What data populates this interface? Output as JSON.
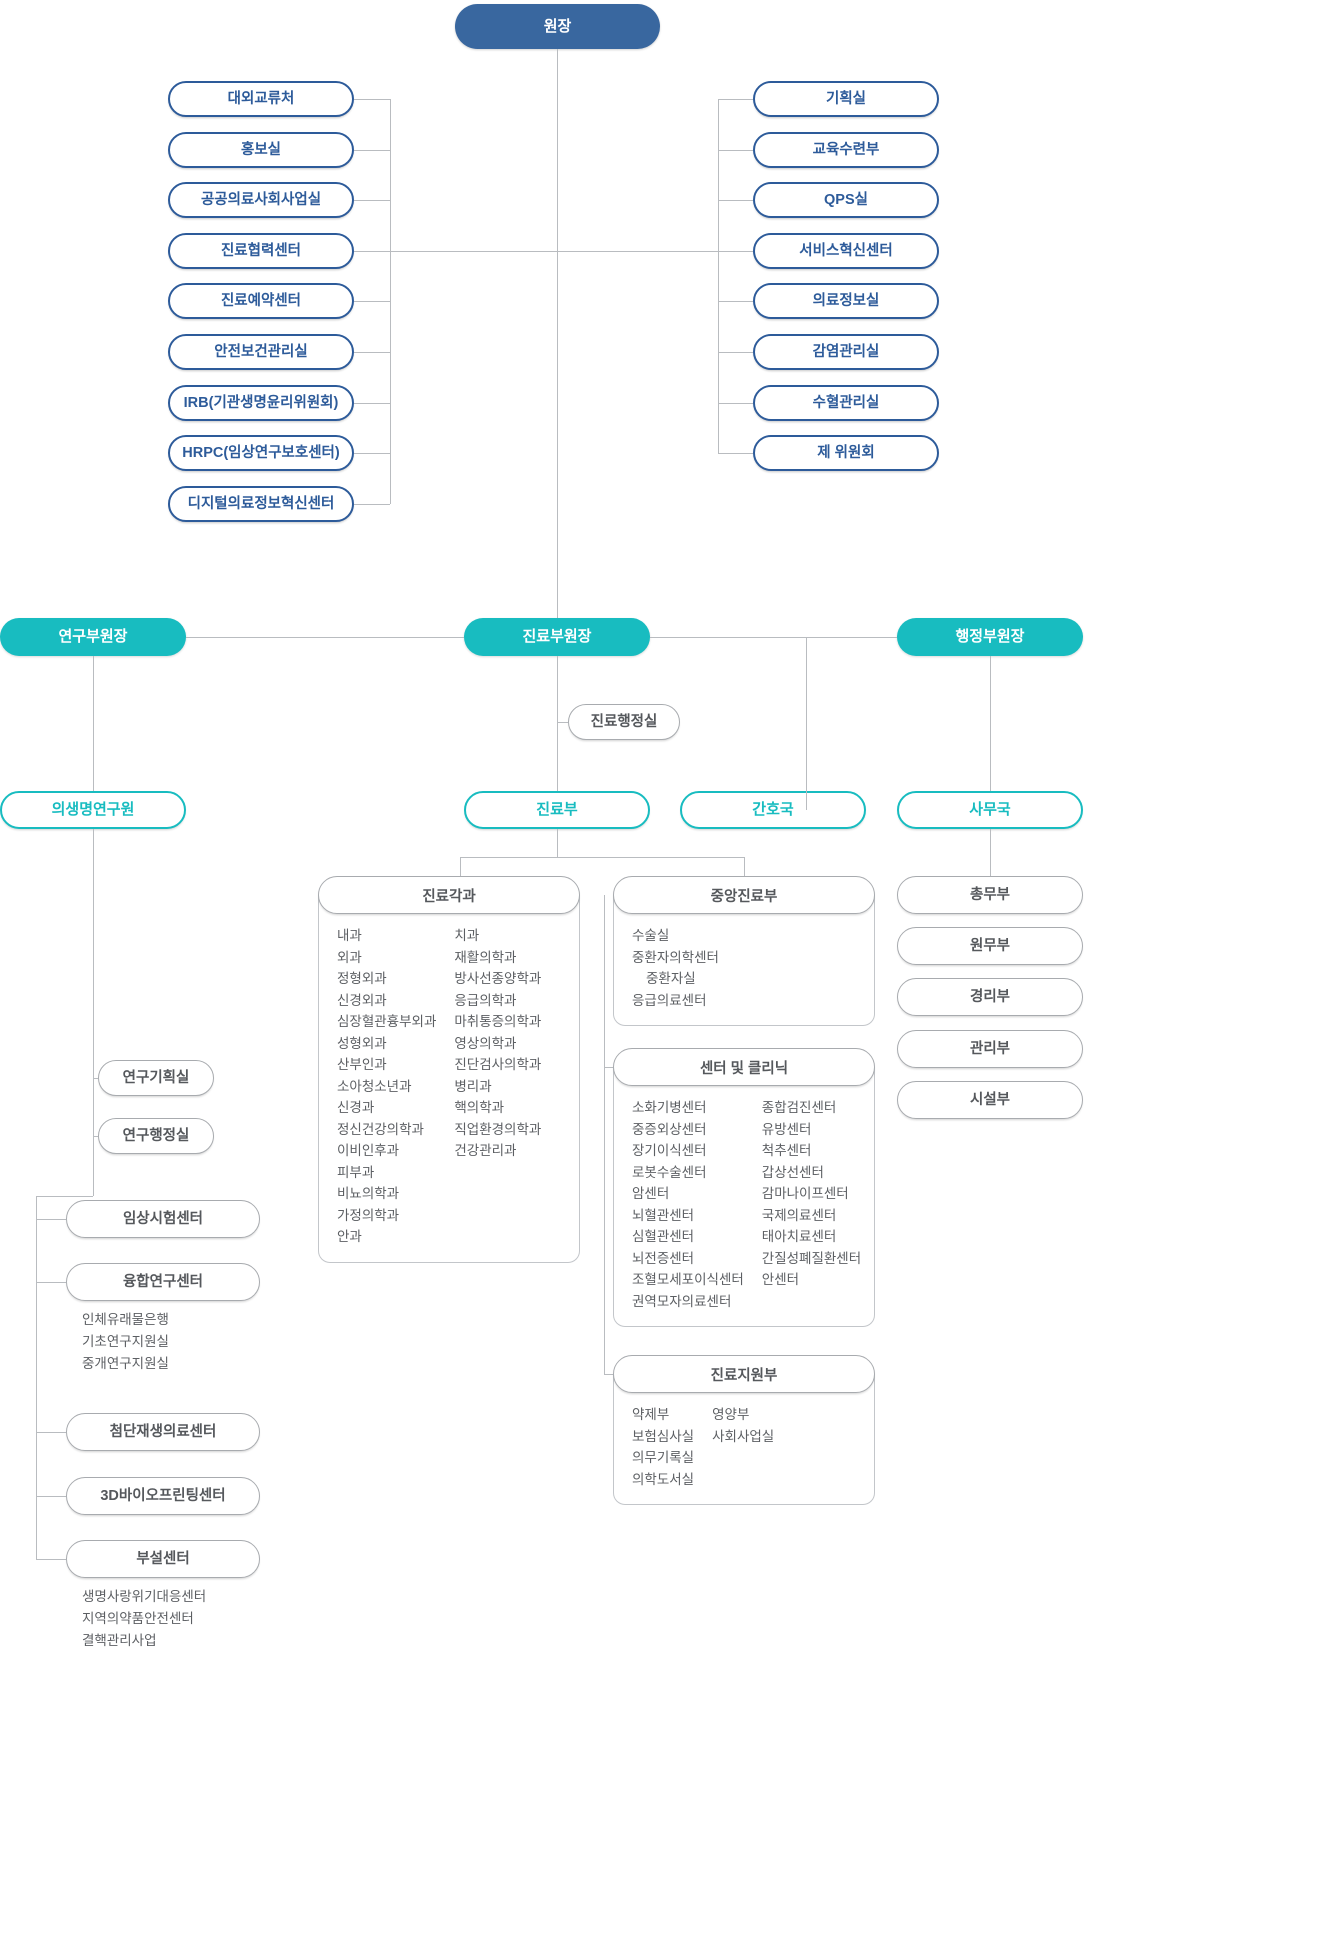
{
  "title": "병원 조직도",
  "colors": {
    "root": "#39679f",
    "navy": "#2d5b9a",
    "teal": "#18bcc0",
    "gray_border": "#a8abaf",
    "gray_text": "#55585c",
    "line": "#b9bcc0"
  },
  "root": {
    "label": "원장"
  },
  "left_column": [
    {
      "label": "대외교류처"
    },
    {
      "label": "홍보실"
    },
    {
      "label": "공공의료사회사업실"
    },
    {
      "label": "진료협력센터"
    },
    {
      "label": "진료예약센터"
    },
    {
      "label": "안전보건관리실"
    },
    {
      "label": "IRB(기관생명윤리위원회)"
    },
    {
      "label": "HRPC(임상연구보호센터)"
    },
    {
      "label": "디지털의료정보혁신센터"
    }
  ],
  "right_column": [
    {
      "label": "기획실"
    },
    {
      "label": "교육수련부"
    },
    {
      "label": "QPS실"
    },
    {
      "label": "서비스혁신센터"
    },
    {
      "label": "의료정보실"
    },
    {
      "label": "감염관리실"
    },
    {
      "label": "수혈관리실"
    },
    {
      "label": "제 위원회"
    }
  ],
  "vice_directors": [
    {
      "label": "연구부원장"
    },
    {
      "label": "진료부원장"
    },
    {
      "label": "행정부원장"
    }
  ],
  "medical_admin_office": {
    "label": "진료행정실"
  },
  "divisions": [
    {
      "label": "의생명연구원"
    },
    {
      "label": "진료부"
    },
    {
      "label": "간호국"
    },
    {
      "label": "사무국"
    }
  ],
  "research_branch": {
    "simple_items": [
      {
        "label": "연구기획실"
      },
      {
        "label": "연구행정실"
      }
    ],
    "centers": [
      {
        "label": "임상시험센터",
        "children": []
      },
      {
        "label": "융합연구센터",
        "children": [
          "인체유래물은행",
          "기초연구지원실",
          "중개연구지원실"
        ]
      },
      {
        "label": "첨단재생의료센터",
        "children": []
      },
      {
        "label": "3D바이오프린팅센터",
        "children": []
      },
      {
        "label": "부설센터",
        "children": [
          "생명사랑위기대응센터",
          "지역의약품안전센터",
          "결핵관리사업"
        ]
      }
    ]
  },
  "clinical_branch": {
    "departments_card": {
      "title": "진료각과",
      "columns": [
        [
          "내과",
          "외과",
          "정형외과",
          "신경외과",
          "심장혈관흉부외과",
          "성형외과",
          "산부인과",
          "소아청소년과",
          "신경과",
          "정신건강의학과",
          "이비인후과",
          "피부과",
          "비뇨의학과",
          "가정의학과",
          "안과"
        ],
        [
          "치과",
          "재활의학과",
          "방사선종양학과",
          "응급의학과",
          "마취통증의학과",
          "영상의학과",
          "진단검사의학과",
          "병리과",
          "핵의학과",
          "직업환경의학과",
          "건강관리과"
        ]
      ]
    },
    "central_card": {
      "title": "중앙진료부",
      "items": [
        {
          "label": "수술실",
          "indent": false
        },
        {
          "label": "중환자의학센터",
          "indent": false
        },
        {
          "label": "중환자실",
          "indent": true
        },
        {
          "label": "응급의료센터",
          "indent": false
        }
      ]
    },
    "centers_card": {
      "title": "센터 및 클리닉",
      "columns": [
        [
          "소화기병센터",
          "중증외상센터",
          "장기이식센터",
          "로봇수술센터",
          "암센터",
          "뇌혈관센터",
          "심혈관센터",
          "뇌전증센터",
          "조혈모세포이식센터",
          "권역모자의료센터"
        ],
        [
          "종합검진센터",
          "유방센터",
          "척추센터",
          "갑상선센터",
          "감마나이프센터",
          "국제의료센터",
          "태아치료센터",
          "간질성폐질환센터",
          "안센터"
        ]
      ]
    },
    "support_card": {
      "title": "진료지원부",
      "columns": [
        [
          "약제부",
          "보험심사실",
          "의무기록실",
          "의학도서실"
        ],
        [
          "영양부",
          "사회사업실"
        ]
      ]
    }
  },
  "admin_branch": {
    "items": [
      {
        "label": "총무부"
      },
      {
        "label": "원무부"
      },
      {
        "label": "경리부"
      },
      {
        "label": "관리부"
      },
      {
        "label": "시설부"
      }
    ]
  }
}
